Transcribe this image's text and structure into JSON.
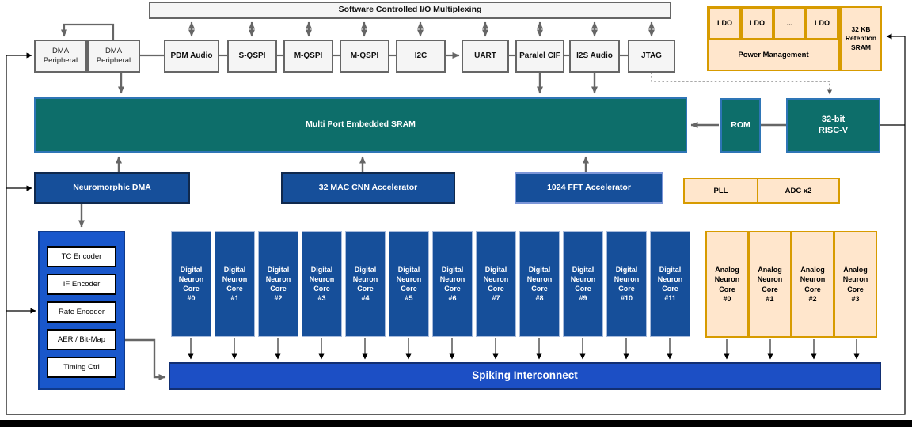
{
  "io_mux": {
    "label": "Software Controlled I/O Multiplexing"
  },
  "dma": {
    "box1": "DMA\nPeripheral",
    "box2": "DMA\nPeripheral"
  },
  "peripherals": [
    "PDM Audio",
    "S-QSPI",
    "M-QSPI",
    "M-QSPI",
    "I2C",
    "UART",
    "Paralel CIF",
    "I2S Audio",
    "JTAG"
  ],
  "power": {
    "ldos": [
      "LDO",
      "LDO",
      "...",
      "LDO"
    ],
    "management": "Power Management",
    "retention": "32 KB\nRetention\nSRAM"
  },
  "memory": {
    "sram": "Multi Port Embedded SRAM",
    "rom": "ROM",
    "riscv": "32-bit\nRISC-V"
  },
  "accel": {
    "dma": "Neuromorphic DMA",
    "cnn": "32 MAC CNN Accelerator",
    "fft": "1024 FFT Accelerator"
  },
  "support": {
    "pll": "PLL",
    "adc": "ADC x2"
  },
  "encoders": [
    "TC Encoder",
    "IF Encoder",
    "Rate Encoder",
    "AER / Bit-Map",
    "Timing Ctrl"
  ],
  "digital_cores": [
    "Digital\nNeuron\nCore\n#0",
    "Digital\nNeuron\nCore\n#1",
    "Digital\nNeuron\nCore\n#2",
    "Digital\nNeuron\nCore\n#3",
    "Digital\nNeuron\nCore\n#4",
    "Digital\nNeuron\nCore\n#5",
    "Digital\nNeuron\nCore\n#6",
    "Digital\nNeuron\nCore\n#7",
    "Digital\nNeuron\nCore\n#8",
    "Digital\nNeuron\nCore\n#9",
    "Digital\nNeuron\nCore\n#10",
    "Digital\nNeuron\nCore\n#11"
  ],
  "analog_cores": [
    "Analog\nNeuron\nCore\n#0",
    "Analog\nNeuron\nCore\n#1",
    "Analog\nNeuron\nCore\n#2",
    "Analog\nNeuron\nCore\n#3"
  ],
  "interconnect": {
    "label": "Spiking Interconnect"
  },
  "colors": {
    "teal": "#0d6e6a",
    "dark_blue": "#164f9a",
    "royal_blue": "#1c4fc5",
    "peach": "#ffe6cc",
    "gold": "#d79b00",
    "gray_box": "#f5f5f5",
    "arrow_gray": "#666666"
  }
}
